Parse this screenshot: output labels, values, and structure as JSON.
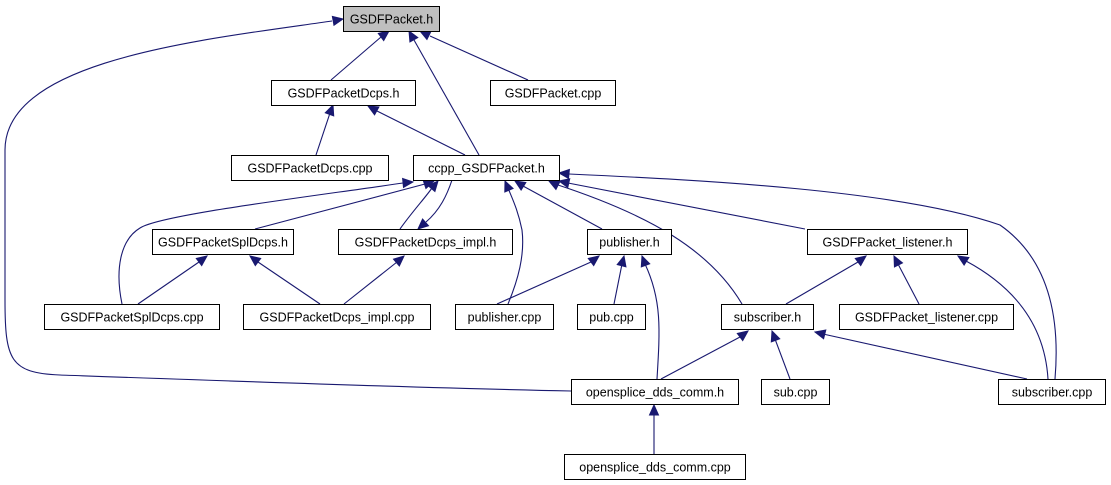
{
  "graph": {
    "title": "Include dependency graph",
    "colors": {
      "edge": "#191970",
      "root_fill": "#bfbfbf",
      "node_fill": "#ffffff",
      "border": "#000000"
    },
    "nodes": [
      {
        "id": "n0",
        "label": "GSDFPacket.h",
        "root": true
      },
      {
        "id": "n1",
        "label": "GSDFPacketDcps.h"
      },
      {
        "id": "n2",
        "label": "GSDFPacket.cpp"
      },
      {
        "id": "n3",
        "label": "GSDFPacketDcps.cpp"
      },
      {
        "id": "n4",
        "label": "ccpp_GSDFPacket.h"
      },
      {
        "id": "n5",
        "label": "GSDFPacketSplDcps.h"
      },
      {
        "id": "n6",
        "label": "GSDFPacketDcps_impl.h"
      },
      {
        "id": "n7",
        "label": "publisher.h"
      },
      {
        "id": "n8",
        "label": "GSDFPacket_listener.h"
      },
      {
        "id": "n9",
        "label": "GSDFPacketSplDcps.cpp"
      },
      {
        "id": "n10",
        "label": "GSDFPacketDcps_impl.cpp"
      },
      {
        "id": "n11",
        "label": "publisher.cpp"
      },
      {
        "id": "n12",
        "label": "pub.cpp"
      },
      {
        "id": "n13",
        "label": "subscriber.h"
      },
      {
        "id": "n14",
        "label": "GSDFPacket_listener.cpp"
      },
      {
        "id": "n15",
        "label": "opensplice_dds_comm.h"
      },
      {
        "id": "n16",
        "label": "sub.cpp"
      },
      {
        "id": "n17",
        "label": "subscriber.cpp"
      },
      {
        "id": "n18",
        "label": "opensplice_dds_comm.cpp"
      }
    ],
    "edges": [
      {
        "from": "n1",
        "to": "n0"
      },
      {
        "from": "n2",
        "to": "n0"
      },
      {
        "from": "n4",
        "to": "n0"
      },
      {
        "from": "n15",
        "to": "n0"
      },
      {
        "from": "n3",
        "to": "n1"
      },
      {
        "from": "n4",
        "to": "n1"
      },
      {
        "from": "n5",
        "to": "n4"
      },
      {
        "from": "n6",
        "to": "n4"
      },
      {
        "from": "n4",
        "to": "n6"
      },
      {
        "from": "n7",
        "to": "n4"
      },
      {
        "from": "n8",
        "to": "n4"
      },
      {
        "from": "n9",
        "to": "n4"
      },
      {
        "from": "n11",
        "to": "n4"
      },
      {
        "from": "n13",
        "to": "n4"
      },
      {
        "from": "n17",
        "to": "n4"
      },
      {
        "from": "n9",
        "to": "n5"
      },
      {
        "from": "n10",
        "to": "n5"
      },
      {
        "from": "n10",
        "to": "n6"
      },
      {
        "from": "n11",
        "to": "n7"
      },
      {
        "from": "n12",
        "to": "n7"
      },
      {
        "from": "n15",
        "to": "n7"
      },
      {
        "from": "n13",
        "to": "n8"
      },
      {
        "from": "n14",
        "to": "n8"
      },
      {
        "from": "n17",
        "to": "n8"
      },
      {
        "from": "n15",
        "to": "n13"
      },
      {
        "from": "n16",
        "to": "n13"
      },
      {
        "from": "n17",
        "to": "n13"
      },
      {
        "from": "n18",
        "to": "n15"
      }
    ]
  }
}
